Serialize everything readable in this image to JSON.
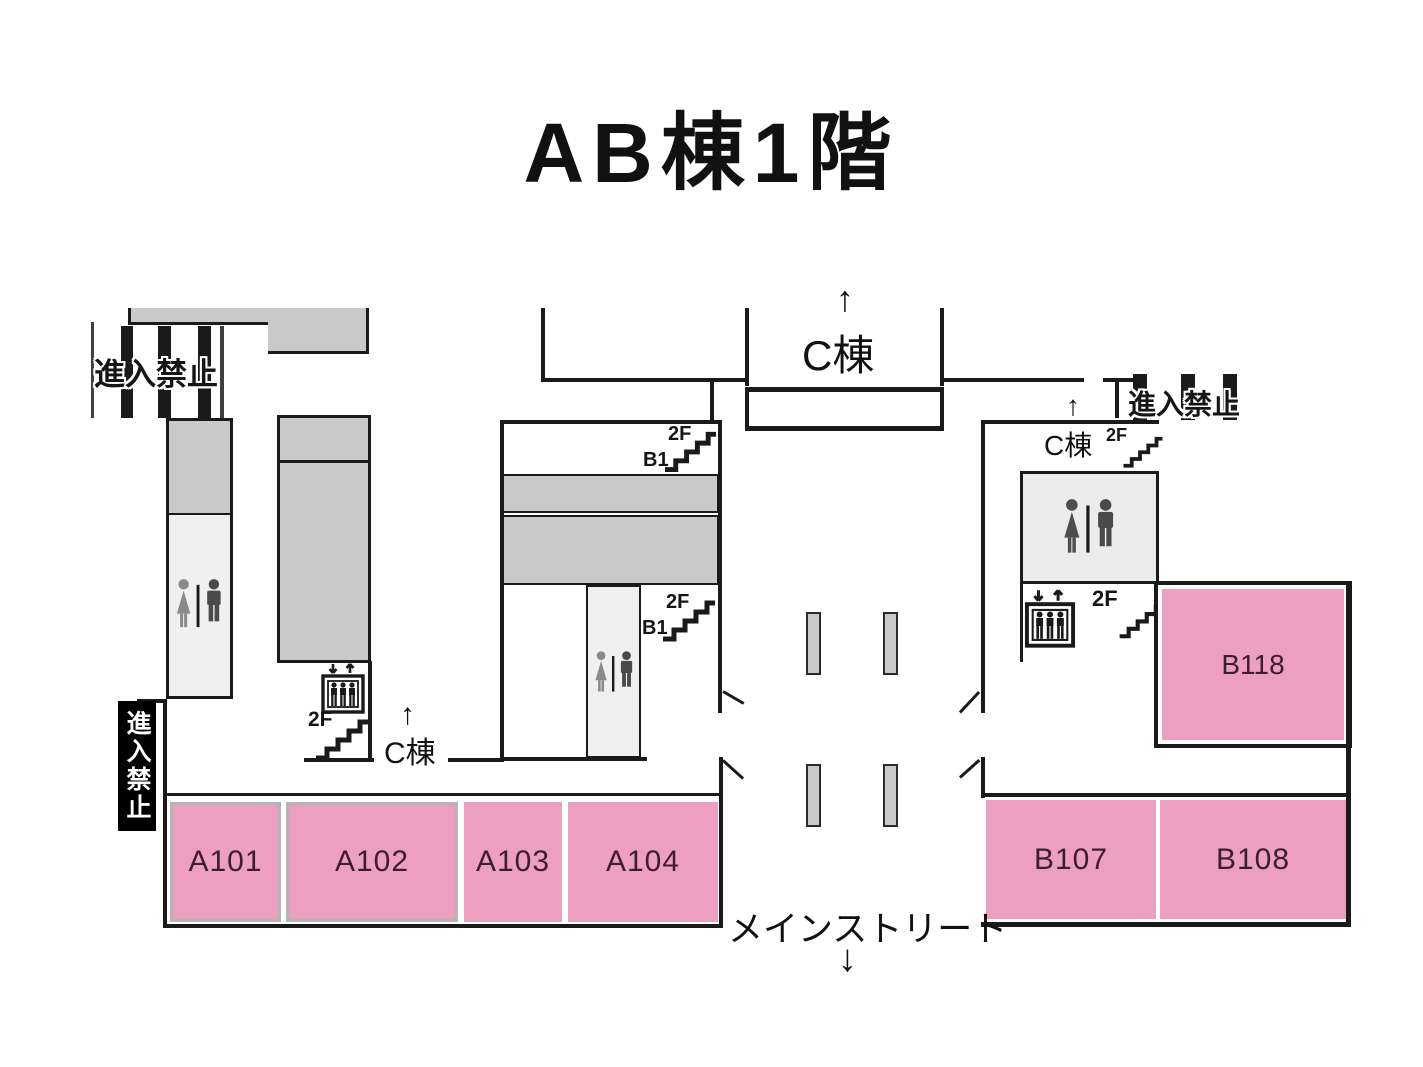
{
  "title": "AB棟1階",
  "signs": {
    "no_entry": "進入禁止",
    "c_wing": "C棟",
    "main_street": "メインストリート",
    "arrow_up": "↑",
    "arrow_down": "↓"
  },
  "stairs": {
    "up": "2F",
    "down": "B1"
  },
  "rooms": {
    "a101": "A101",
    "a102": "A102",
    "a103": "A103",
    "a104": "A104",
    "b107": "B107",
    "b108": "B108",
    "b118": "B118"
  },
  "colors": {
    "room_pink": "#EC9FC1",
    "block_grey": "#C9C9C9",
    "light_grey": "#F0F0F0",
    "wall_black": "#1A1A1A",
    "female_grey": "#8A8A8A",
    "male_dark": "#4A4A4A"
  }
}
